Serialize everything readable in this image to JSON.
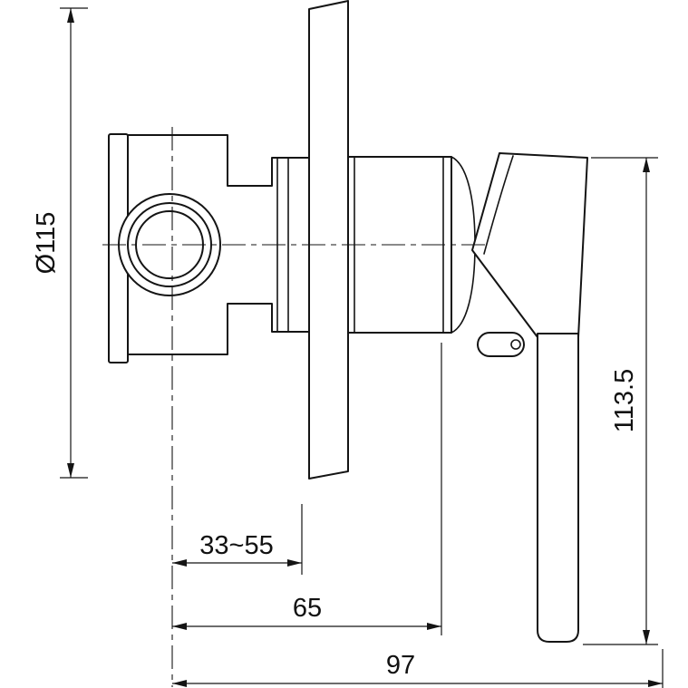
{
  "drawing": {
    "type": "technical-dimension-drawing",
    "subject": "concealed shower mixer valve, side elevation",
    "dimensions": {
      "plate_diameter": "Ø115",
      "overall_height": "113.5",
      "installation_depth_range": "33~55",
      "body_depth": "65",
      "overall_depth": "97"
    },
    "colors": {
      "background": "#ffffff",
      "line": "#141414"
    }
  }
}
